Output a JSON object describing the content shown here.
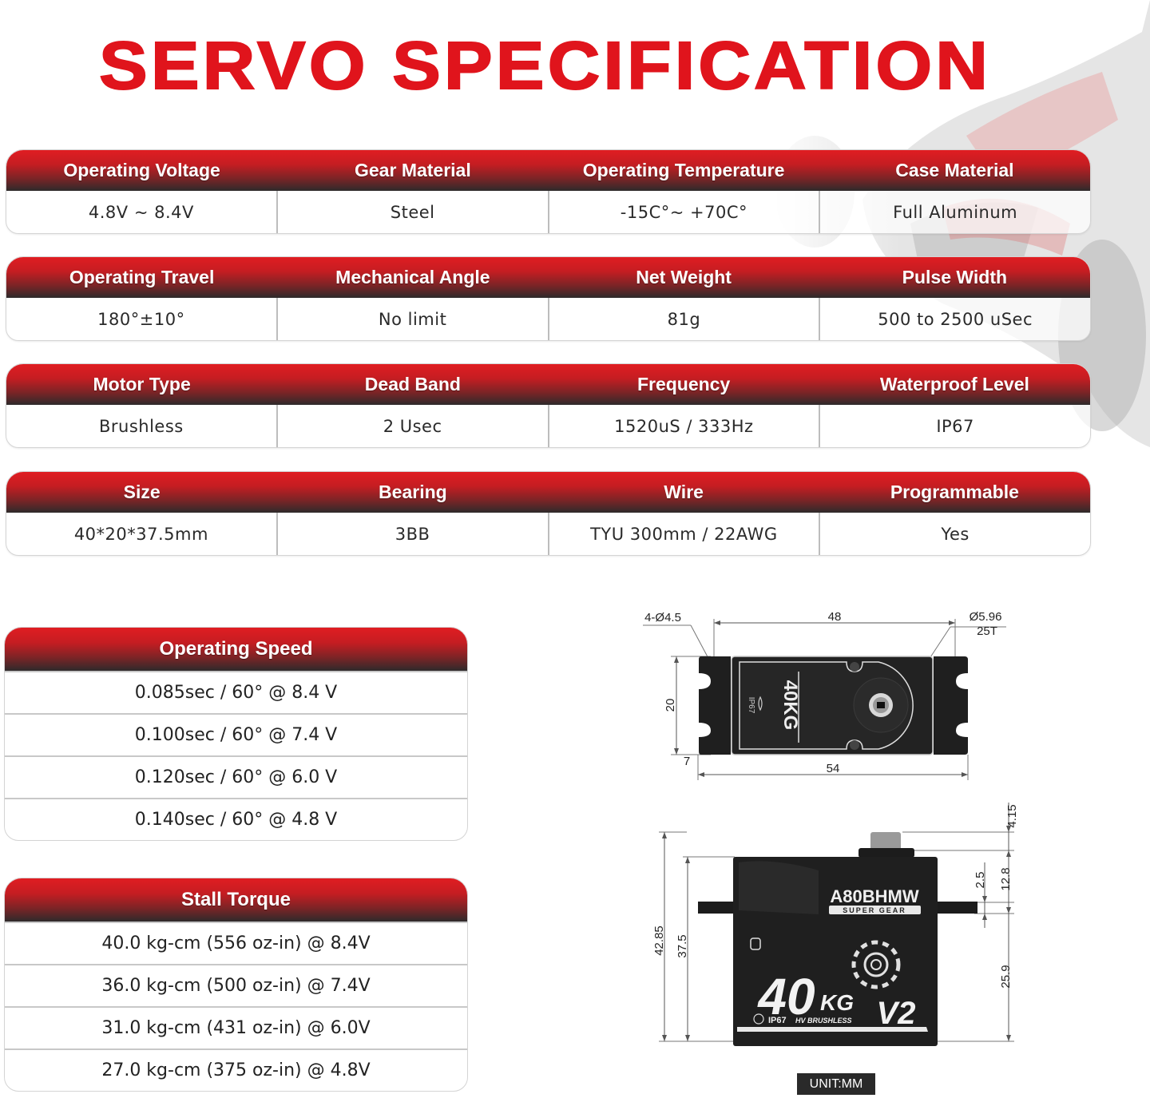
{
  "title": "SERVO SPECIFICATION",
  "colors": {
    "title_red": "#e0141c",
    "header_gradient_top": "#e01d22",
    "header_gradient_bottom": "#2e2a2b",
    "cell_divider": "#bdbdbd"
  },
  "spec_tables": [
    {
      "headers": [
        "Operating Voltage",
        "Gear Material",
        "Operating Temperature",
        "Case Material"
      ],
      "values": [
        "4.8V ~ 8.4V",
        "Steel",
        "-15C°~ +70C°",
        "Full Aluminum"
      ]
    },
    {
      "headers": [
        "Operating Travel",
        "Mechanical Angle",
        "Net Weight",
        "Pulse Width"
      ],
      "values": [
        "180°±10°",
        "No limit",
        "81g",
        "500 to 2500 uSec"
      ]
    },
    {
      "headers": [
        "Motor Type",
        "Dead Band",
        "Frequency",
        "Waterproof Level"
      ],
      "values": [
        "Brushless",
        "2 Usec",
        "1520uS / 333Hz",
        "IP67"
      ]
    },
    {
      "headers": [
        "Size",
        "Bearing",
        "Wire",
        "Programmable"
      ],
      "values": [
        "40*20*37.5mm",
        "3BB",
        "TYU 300mm / 22AWG",
        "Yes"
      ]
    }
  ],
  "operating_speed": {
    "title": "Operating Speed",
    "rows": [
      "0.085sec / 60° @ 8.4 V",
      "0.100sec / 60° @ 7.4 V",
      "0.120sec / 60° @ 6.0 V",
      "0.140sec / 60° @ 4.8 V"
    ]
  },
  "stall_torque": {
    "title": "Stall Torque",
    "rows": [
      "40.0 kg-cm (556 oz-in) @ 8.4V",
      "36.0 kg-cm (500 oz-in) @ 7.4V",
      "31.0 kg-cm (431 oz-in) @ 6.0V",
      "27.0 kg-cm (375 oz-in) @ 4.8V"
    ]
  },
  "top_view": {
    "hole_label": "4-Ø4.5",
    "width_inner": "48",
    "spline_dia": "Ø5.96",
    "spline_teeth": "25T",
    "height": "20",
    "tab_offset": "7",
    "width_total": "54",
    "case_label": "40KG",
    "case_ip": "IP67"
  },
  "side_view": {
    "height_total": "42.85",
    "height_case": "37.5",
    "spline_height": "4.15",
    "top_to_tab": "12.8",
    "tab_thickness": "2.5",
    "tab_to_bottom": "25.9",
    "model": "A80BHMW",
    "model_sub": "SUPER GEAR",
    "torque_big": "40",
    "torque_unit": "KG",
    "version": "V2",
    "ip_label": "IP67",
    "motor_label": "HV BRUSHLESS"
  },
  "unit_label": "UNIT:MM"
}
